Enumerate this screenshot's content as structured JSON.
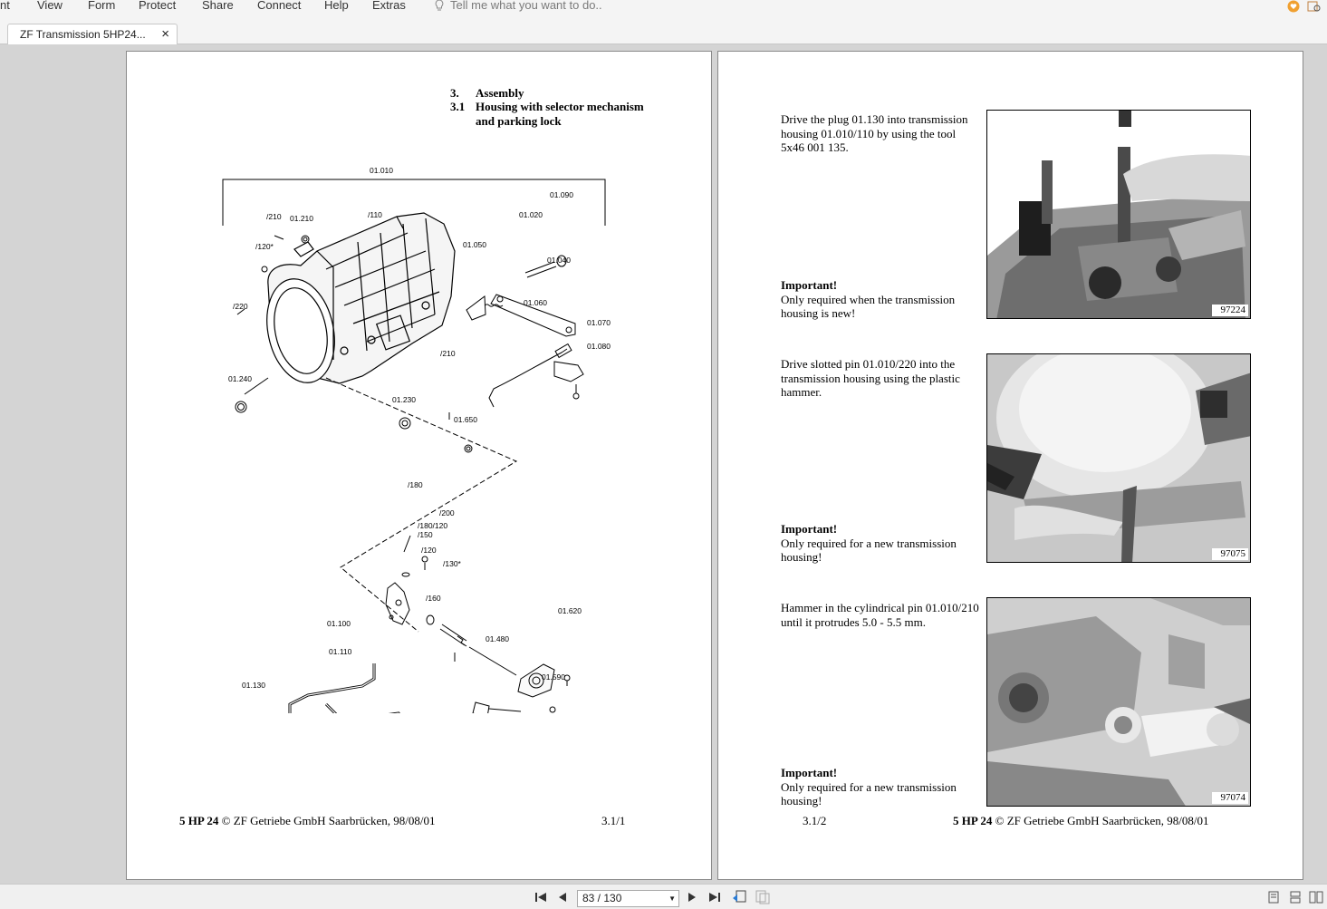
{
  "menu": {
    "items": [
      "nt",
      "View",
      "Form",
      "Protect",
      "Share",
      "Connect",
      "Help",
      "Extras"
    ],
    "tell_me": "Tell me what you want to do.."
  },
  "tab": {
    "title": "ZF Transmission 5HP24..."
  },
  "left_page": {
    "heading_num1": "3.",
    "heading_text1": "Assembly",
    "heading_num2": "3.1",
    "heading_text2a": "Housing with selector mechanism",
    "heading_text2b": "and parking lock",
    "footer_model": "5 HP 24",
    "footer_copy": " © ZF Getriebe GmbH Saarbrücken, 98/08/01",
    "footer_page": "3.1/1",
    "diagram_labels": [
      "01.010",
      "01.090",
      "/210",
      "01.210",
      "/110",
      "01.020",
      "/120*",
      "01.050",
      "01.040",
      "/220",
      "01.060",
      "01.070",
      "01.080",
      "01.240",
      "/210",
      "01.230",
      "01.650",
      "/180",
      "/200",
      "/180/120",
      "/150",
      "/120",
      "/130*",
      "/160",
      "01.620",
      "01.100",
      "01.480",
      "01.110",
      "01.130",
      "01.590"
    ]
  },
  "right_page": {
    "steps": [
      {
        "text": "Drive the plug 01.130 into transmission housing 01.010/110 by using the tool 5x46 001 135.",
        "imp_title": "Important!",
        "imp_text": "Only required when the transmission housing is new!",
        "photo_num": "97224"
      },
      {
        "text": "Drive slotted pin 01.010/220 into the transmission housing using the plastic hammer.",
        "imp_title": "Important!",
        "imp_text": "Only required for a new transmission housing!",
        "photo_num": "97075"
      },
      {
        "text": "Hammer in the cylindrical pin 01.010/210 until it protrudes 5.0 - 5.5 mm.",
        "imp_title": "Important!",
        "imp_text": "Only required for a new transmission housing!",
        "photo_num": "97074"
      }
    ],
    "footer_page": "3.1/2",
    "footer_model": "5 HP 24",
    "footer_copy": " © ZF Getriebe GmbH Saarbrücken, 98/08/01"
  },
  "navigation": {
    "page_indicator": "83 / 130"
  }
}
